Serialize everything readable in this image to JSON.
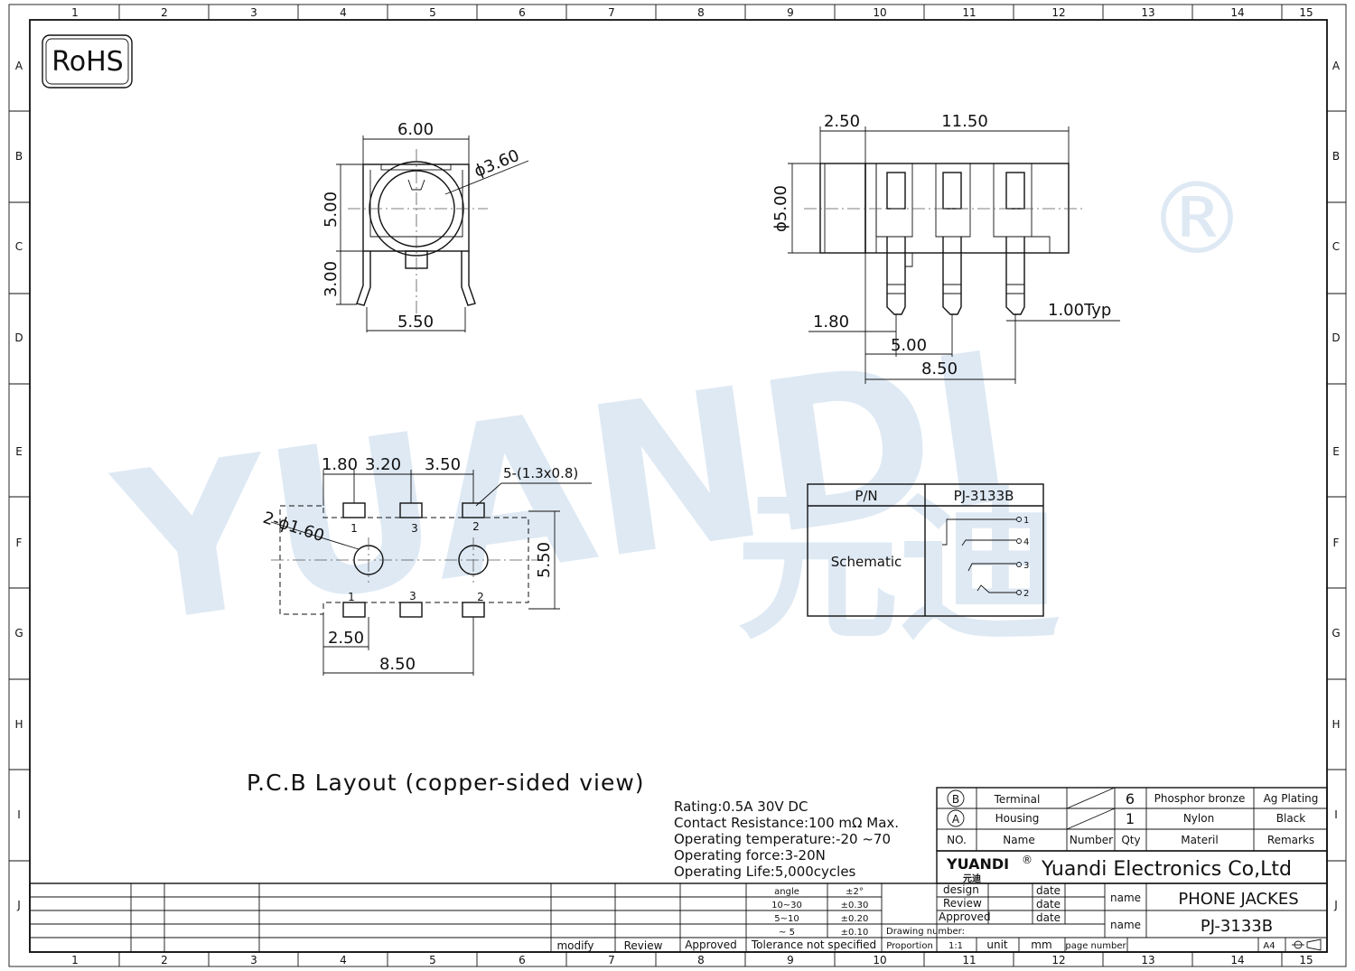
{
  "badge": "RoHS",
  "watermark": {
    "brand": "YUANDI",
    "registered": "®",
    "chinese": "元迪"
  },
  "border": {
    "columns": [
      "1",
      "2",
      "3",
      "4",
      "5",
      "6",
      "7",
      "8",
      "9",
      "10",
      "11",
      "12",
      "13",
      "14",
      "15"
    ],
    "rows": [
      "A",
      "B",
      "C",
      "D",
      "E",
      "F",
      "G",
      "H",
      "I",
      "J"
    ]
  },
  "front_view": {
    "width": "6.00",
    "diameter": "ϕ3.60",
    "height": "5.00",
    "pin_length": "3.00",
    "pin_span": "5.50"
  },
  "side_view": {
    "front": "2.50",
    "body": "11.50",
    "diameter": "ϕ5.00",
    "offset": "1.80",
    "pitch1": "5.00",
    "pitch2": "8.50",
    "pin_width": "1.00Typ"
  },
  "pcb": {
    "d1": "1.80",
    "d2": "3.20",
    "d3": "3.50",
    "pads": "5-(1.3x0.8)",
    "holes": "2-ϕ1.60",
    "height": "5.50",
    "d4": "2.50",
    "d5": "8.50",
    "pad_labels_top": [
      "1",
      "3",
      "2"
    ],
    "pad_labels_bottom": [
      "1",
      "3",
      "2"
    ],
    "caption": "P.C.B Layout (copper-sided view)"
  },
  "pn_table": {
    "pn_label": "P/N",
    "pn_value": "PJ-3133B",
    "schematic_label": "Schematic",
    "schematic_pins": [
      "1",
      "4",
      "3",
      "2"
    ]
  },
  "specs": [
    "Rating:0.5A 30V DC",
    "Contact Resistance:100 mΩ Max.",
    "Operating temperature:-20 ~70",
    "Operating force:3-20N",
    "Operating Life:5,000cycles"
  ],
  "bom": {
    "rows": [
      {
        "no": "B",
        "name": "Terminal",
        "qty": "6",
        "material": "Phosphor bronze",
        "remarks": "Ag Plating"
      },
      {
        "no": "A",
        "name": "Housing",
        "qty": "1",
        "material": "Nylon",
        "remarks": "Black"
      }
    ],
    "header": {
      "no": "NO.",
      "name": "Name",
      "number": "Number",
      "qty": "Qty",
      "material": "Materil",
      "remarks": "Remarks"
    }
  },
  "title_block": {
    "logo_text": "YUANDI",
    "logo_cn": "元迪",
    "company": "Yuandi Electronics Co,Ltd",
    "design": "design",
    "review": "Review",
    "approved": "Approved",
    "date": "date",
    "drawing_number": "Drawing number:",
    "name_label": "name",
    "name_value1": "PHONE JACKES",
    "name_value2": "PJ-3133B",
    "proportion": "Proportion",
    "proportion_value": "1:1",
    "unit": "unit",
    "unit_value": "mm",
    "page_number": "page number",
    "size": "A4",
    "tolerance": {
      "rows": [
        [
          "angle",
          "±2°"
        ],
        [
          "10~30",
          "±0.30"
        ],
        [
          "5~10",
          "±0.20"
        ],
        [
          "~ 5",
          "±0.10"
        ]
      ],
      "footer": "Tolerance not specified"
    },
    "revision": {
      "modify": "modify",
      "review": "Review",
      "approved": "Approved"
    }
  }
}
